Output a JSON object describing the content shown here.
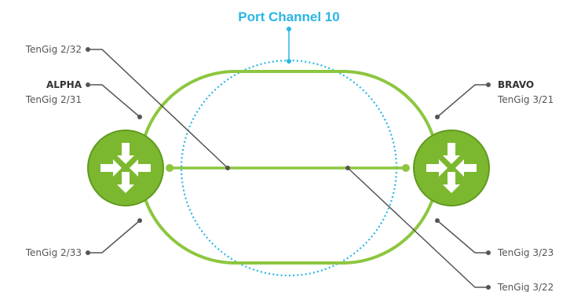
{
  "title": "Port Channel 10",
  "colors": {
    "accent": "#29b6e4",
    "link": "#8dc63f",
    "router_fill": "#7cb82f",
    "router_stroke": "#5f9a1e",
    "leader": "#555555",
    "arrow": "#ffffff"
  },
  "left": {
    "name": "ALPHA",
    "ports": {
      "top": "TenGig 2/31",
      "center": "TenGig 2/32",
      "bottom": "TenGig 2/33"
    },
    "icon": "router-icon"
  },
  "right": {
    "name": "BRAVO",
    "ports": {
      "top": "TenGig 3/21",
      "center": "TenGig 3/22",
      "bottom": "TenGig 3/23"
    },
    "icon": "router-icon"
  }
}
